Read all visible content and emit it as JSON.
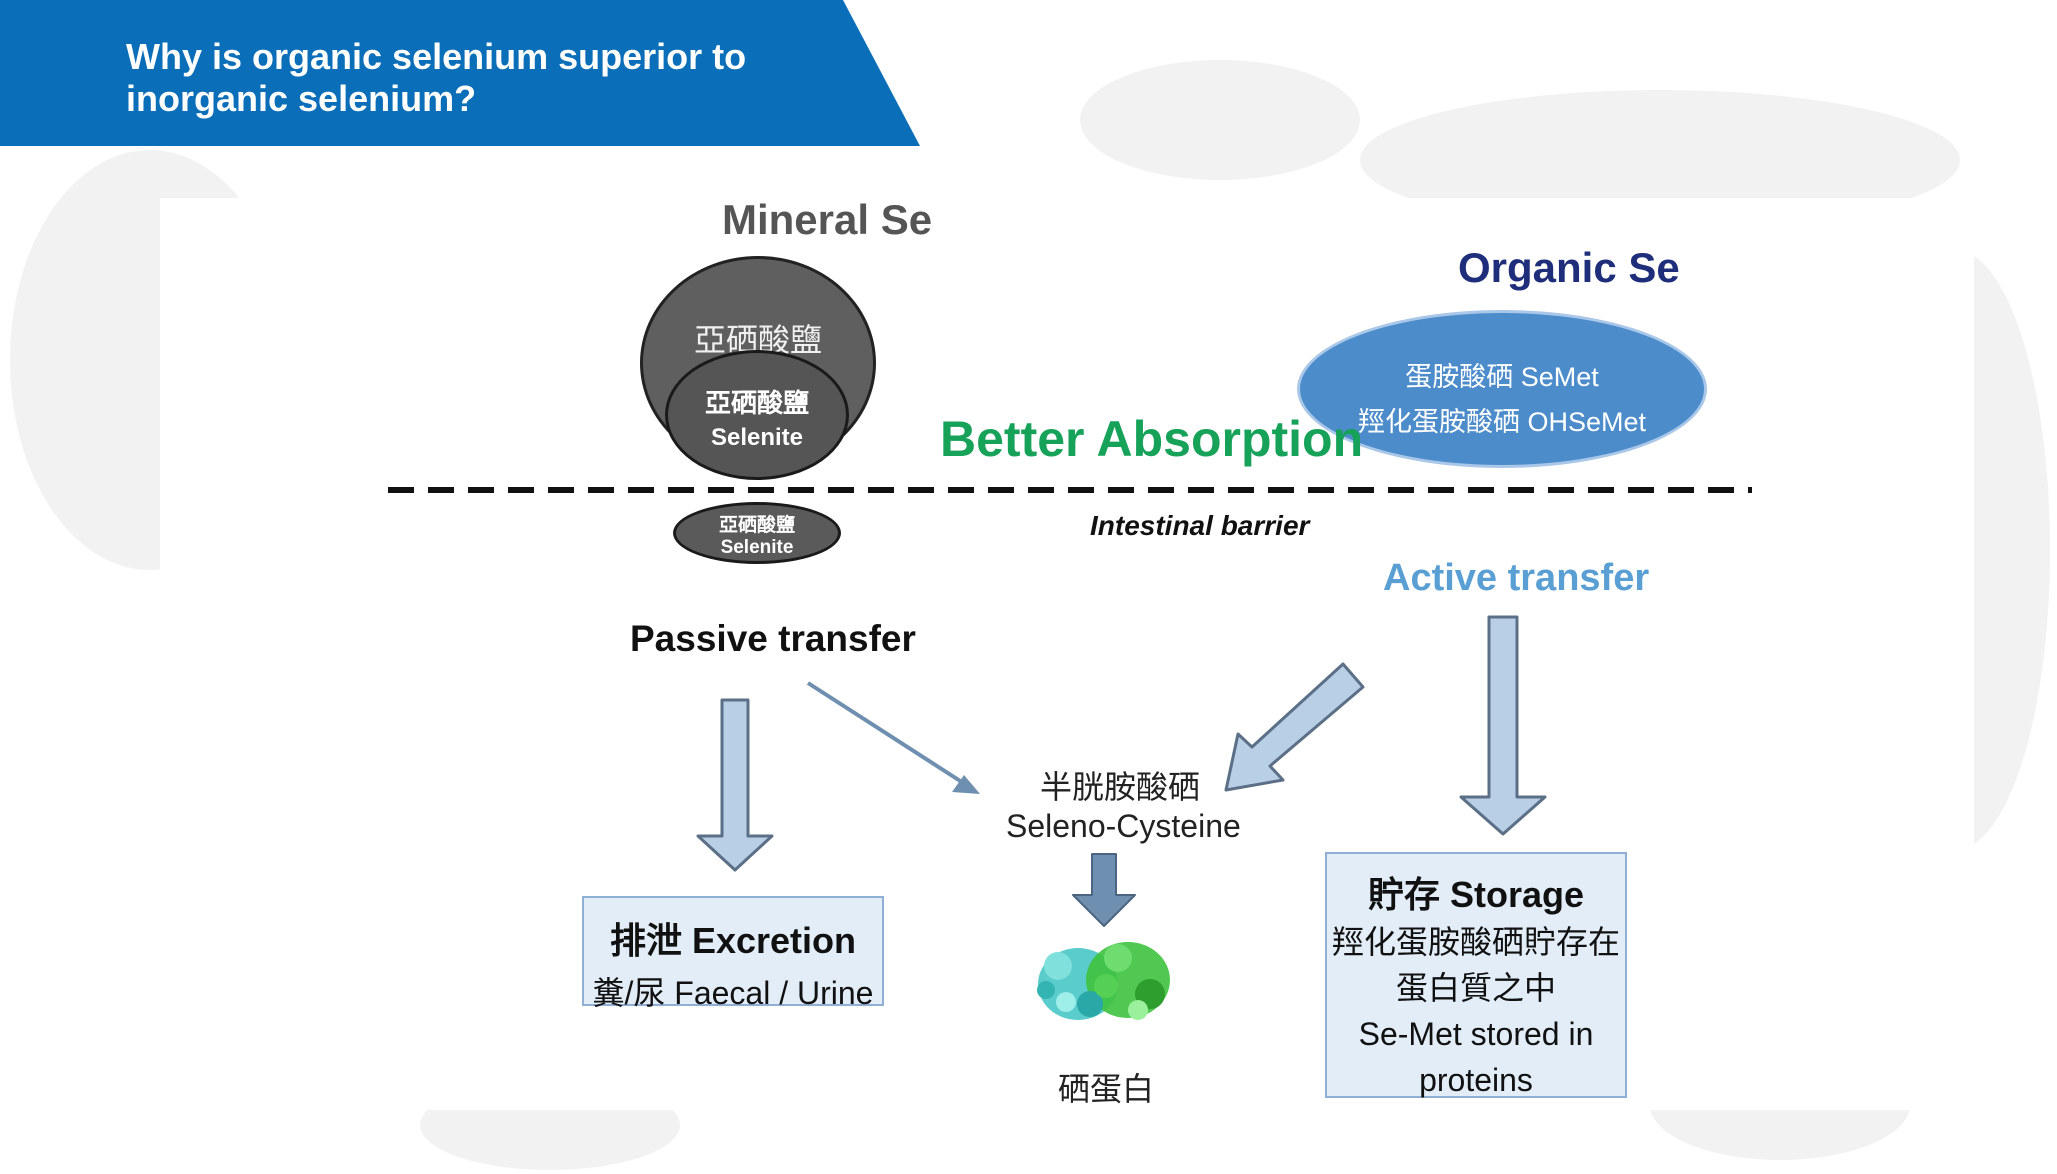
{
  "header": {
    "title": "Why is organic selenium superior to\ninorganic selenium?"
  },
  "mineral": {
    "title": "Mineral Se",
    "outer_label": "亞硒酸鹽",
    "inner_label_cn": "亞硒酸鹽",
    "inner_label_en": "Selenite",
    "absorbed_label_cn": "亞硒酸鹽",
    "absorbed_label_en": "Selenite"
  },
  "organic": {
    "title": "Organic Se",
    "line1": "蛋胺酸硒 SeMet",
    "line2": "羥化蛋胺酸硒 OHSeMet"
  },
  "better_absorption": "Better Absorption",
  "intestinal_barrier": "Intestinal barrier",
  "active_transfer": "Active transfer",
  "passive_transfer": "Passive transfer",
  "cysteine": {
    "cn": "半胱胺酸硒",
    "en": "Seleno-Cysteine"
  },
  "selenoprotein": "硒蛋白",
  "excretion": {
    "heading": "排泄 Excretion",
    "sub": "糞/尿 Faecal / Urine"
  },
  "storage": {
    "heading": "貯存 Storage",
    "line1": "羥化蛋胺酸硒貯存在",
    "line2": "蛋白質之中",
    "line3": "Se-Met stored in",
    "line4": "proteins"
  },
  "colors": {
    "header_blue": "#0a6eb8",
    "better_green": "#17a25a",
    "organic_blue": "#4d8ccb",
    "active_blue": "#5a9fd4",
    "arrow_fill": "#b9cfe6",
    "arrow_stroke": "#5b6f86"
  }
}
